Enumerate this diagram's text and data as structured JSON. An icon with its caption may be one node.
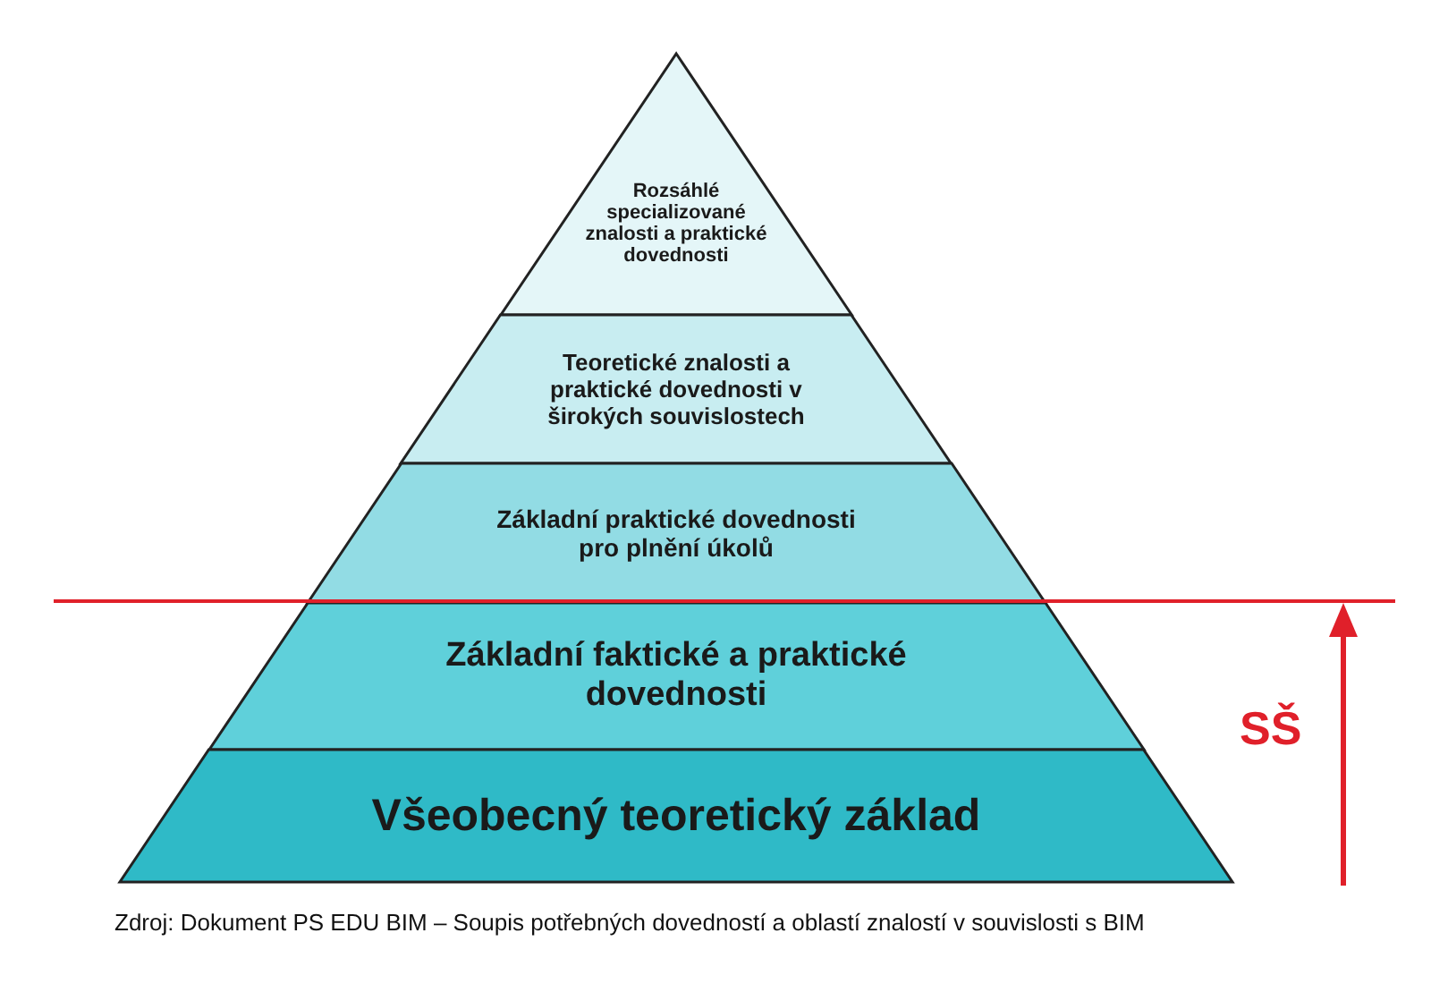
{
  "diagram": {
    "caption": "Zdroj: Dokument PS EDU BIM – Soupis potřebných dovedností a oblastí znalostí v souvislosti s BIM",
    "nodes": [
      {
        "text": [
          "Rozsáhlé specializované znalosti a praktické dovednosti"
        ]
      },
      {
        "text": [
          "Teoretické znalosti a praktické dovednosti v širokých souvislostech"
        ]
      },
      {
        "text": [
          "Základní praktické dovednosti pro plnění úkolů"
        ]
      },
      {
        "text": [
          "Základní faktické a praktické dovednosti"
        ]
      },
      {
        "text": [
          "Všeobecný teoretický základ"
        ]
      }
    ],
    "edges": [],
    "labels": [
      "SŠ"
    ]
  }
}
